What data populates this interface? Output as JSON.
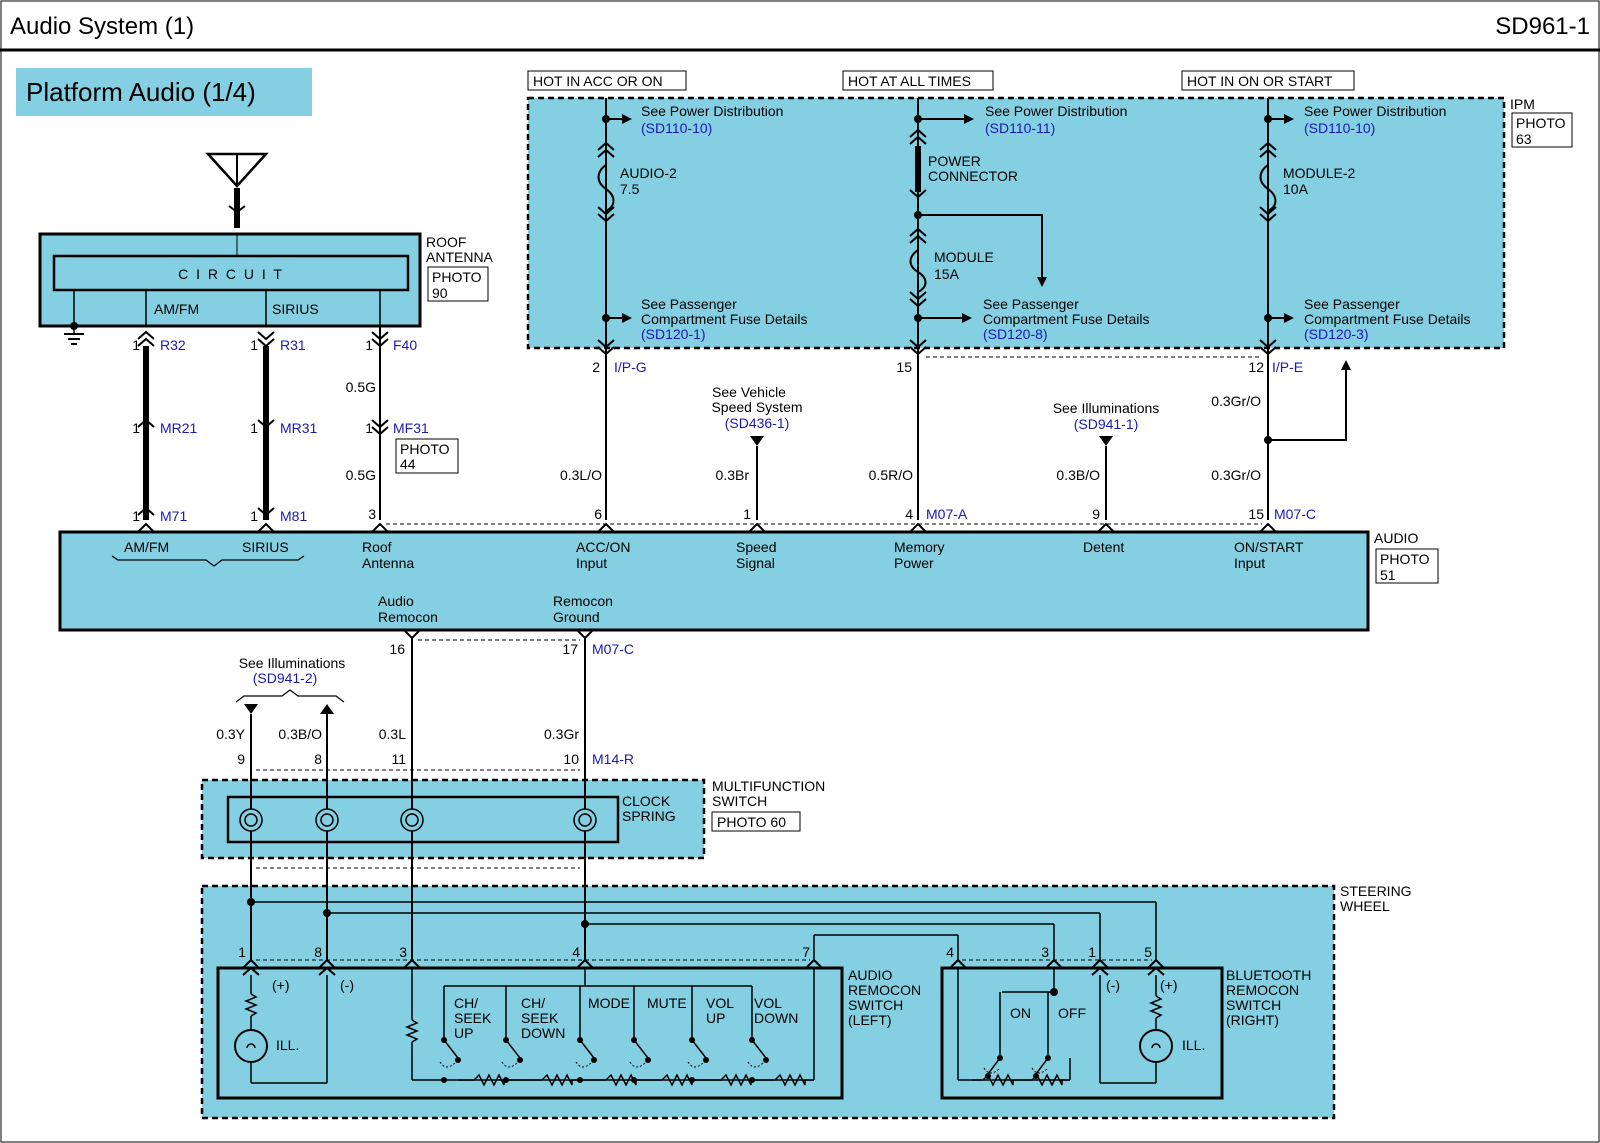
{
  "header": {
    "title": "Audio System (1)",
    "code": "SD961-1"
  },
  "subtitle": "Platform Audio (1/4)",
  "power_labels": [
    "HOT IN ACC OR ON",
    "HOT AT ALL TIMES",
    "HOT IN ON OR START"
  ],
  "ipm": {
    "label": "IPM",
    "photo": "PHOTO",
    "photo_no": "63"
  },
  "fuse_col1": {
    "see": "See Power Distribution",
    "ref": "(SD110-10)",
    "fuse_name": "AUDIO-2",
    "fuse_rating": "7.5",
    "pf1": "See Passenger",
    "pf2": "Compartment Fuse Details",
    "pf_ref": "(SD120-1)"
  },
  "fuse_col2": {
    "see": "See Power Distribution",
    "ref": "(SD110-11)",
    "conn1": "POWER",
    "conn2": "CONNECTOR",
    "fuse_name": "MODULE",
    "fuse_rating": "15A",
    "pf1": "See Passenger",
    "pf2": "Compartment Fuse Details",
    "pf_ref": "(SD120-8)"
  },
  "fuse_col3": {
    "see": "See Power Distribution",
    "ref": "(SD110-10)",
    "fuse_name": "MODULE-2",
    "fuse_rating": "10A",
    "pf1": "See Passenger",
    "pf2": "Compartment Fuse Details",
    "pf_ref": "(SD120-3)"
  },
  "antenna": {
    "label1": "ROOF",
    "label2": "ANTENNA",
    "photo": "PHOTO",
    "photo_no": "90",
    "circuit": "C I R C U I T",
    "amfm": "AM/FM",
    "sirius": "SIRIUS"
  },
  "connectors": {
    "r32": "R32",
    "r31": "R31",
    "f40": "F40",
    "mr21": "MR21",
    "mr31": "MR31",
    "mf31": "MF31",
    "m71": "M71",
    "m81": "M81",
    "ipg": "I/P-G",
    "ipe": "I/P-E",
    "m07a": "M07-A",
    "m07c": "M07-C",
    "m07c2": "M07-C",
    "m14r": "M14-R"
  },
  "pins": {
    "p1a": "1",
    "p1b": "1",
    "p1c": "1",
    "p1d": "1",
    "p1e": "1",
    "p1f": "1",
    "p1g": "1",
    "p1h": "1",
    "p1i": "1",
    "p2": "2",
    "p15": "15",
    "p12": "12",
    "p3": "3",
    "p6": "6",
    "p1s": "1",
    "p4": "4",
    "p9": "9",
    "p15b": "15",
    "p16": "16",
    "p17": "17",
    "q9": "9",
    "q8": "8",
    "q11": "11",
    "q10": "10",
    "s1": "1",
    "s8": "8",
    "s3": "3",
    "s4": "4",
    "s7": "7",
    "b4": "4",
    "b3": "3",
    "b1": "1",
    "b5": "5"
  },
  "wires": {
    "w05g_a": "0.5G",
    "w05g_b": "0.5G",
    "w03lo": "0.3L/O",
    "w03br": "0.3Br",
    "w05ro": "0.5R/O",
    "w03bo": "0.3B/O",
    "w03gro_a": "0.3Gr/O",
    "w03gro_b": "0.3Gr/O",
    "w03y": "0.3Y",
    "w03bo2": "0.3B/O",
    "w03l": "0.3L",
    "w03gr": "0.3Gr"
  },
  "mf31_photo": {
    "photo": "PHOTO",
    "photo_no": "44"
  },
  "vehicle_speed": {
    "l1": "See Vehicle",
    "l2": "Speed System",
    "ref": "(SD436-1)"
  },
  "illum1": {
    "l1": "See Illuminations",
    "ref": "(SD941-1)"
  },
  "illum2": {
    "l1": "See Illuminations",
    "ref": "(SD941-2)"
  },
  "audio": {
    "label": "AUDIO",
    "photo": "PHOTO",
    "photo_no": "51",
    "amfm": "AM/FM",
    "sirius": "SIRIUS",
    "roof1": "Roof",
    "roof2": "Antenna",
    "acc1": "ACC/ON",
    "acc2": "Input",
    "spd1": "Speed",
    "spd2": "Signal",
    "mem1": "Memory",
    "mem2": "Power",
    "detent": "Detent",
    "on1": "ON/START",
    "on2": "Input",
    "rem1": "Audio",
    "rem2": "Remocon",
    "gnd1": "Remocon",
    "gnd2": "Ground"
  },
  "multifunction": {
    "l1": "MULTIFUNCTION",
    "l2": "SWITCH",
    "photo": "PHOTO 60",
    "cs1": "CLOCK",
    "cs2": "SPRING"
  },
  "steering": {
    "l1": "STEERING",
    "l2": "WHEEL"
  },
  "audio_switch": {
    "l1": "AUDIO",
    "l2": "REMOCON",
    "l3": "SWITCH",
    "l4": "(LEFT)",
    "plus": "(+)",
    "minus": "(-)",
    "ill": "ILL.",
    "ch_up1": "CH/",
    "ch_up2": "SEEK",
    "ch_up3": "UP",
    "ch_dn1": "CH/",
    "ch_dn2": "SEEK",
    "ch_dn3": "DOWN",
    "mode": "MODE",
    "mute": "MUTE",
    "vol_up1": "VOL",
    "vol_up2": "UP",
    "vol_dn1": "VOL",
    "vol_dn2": "DOWN"
  },
  "bt_switch": {
    "l1": "BLUETOOTH",
    "l2": "REMOCON",
    "l3": "SWITCH",
    "l4": "(RIGHT)",
    "on": "ON",
    "off": "OFF",
    "minus": "(-)",
    "plus": "(+)",
    "ill": "ILL."
  }
}
